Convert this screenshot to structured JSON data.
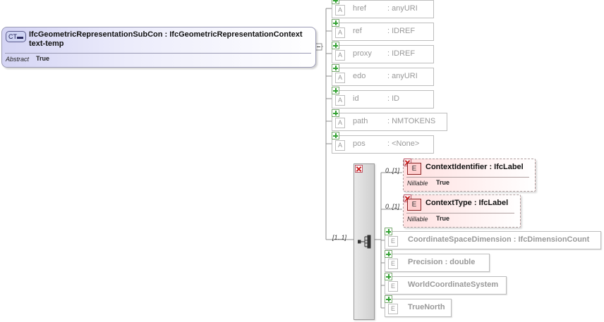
{
  "complex_type": {
    "icon_label": "CT",
    "title": "IfcGeometricRepresentationSubCon : IfcGeometricRepresentationContext text-temp",
    "properties": [
      {
        "name": "Abstract",
        "value": "True"
      }
    ]
  },
  "attributes": [
    {
      "badge": "A",
      "name": "href",
      "type": ": anyURI"
    },
    {
      "badge": "A",
      "name": "ref",
      "type": ": IDREF"
    },
    {
      "badge": "A",
      "name": "proxy",
      "type": ": IDREF"
    },
    {
      "badge": "A",
      "name": "edo",
      "type": ": anyURI"
    },
    {
      "badge": "A",
      "name": "id",
      "type": ": ID"
    },
    {
      "badge": "A",
      "name": "path",
      "type": ": NMTOKENS"
    },
    {
      "badge": "A",
      "name": "pos",
      "type": ": <None>"
    }
  ],
  "sequence": {
    "cardinality": "[1..1]"
  },
  "nillable_elements": [
    {
      "badge": "E",
      "name": "ContextIdentifier : IfcLabel",
      "cardinality": "0..[1]",
      "prop_label": "Nillable",
      "prop_value": "True"
    },
    {
      "badge": "E",
      "name": "ContextType : IfcLabel",
      "cardinality": "0..[1]",
      "prop_label": "Nillable",
      "prop_value": "True"
    }
  ],
  "elements": [
    {
      "badge": "E",
      "name": "CoordinateSpaceDimension : IfcDimensionCount"
    },
    {
      "badge": "E",
      "name": "Precision : double"
    },
    {
      "badge": "E",
      "name": "WorldCoordinateSystem"
    },
    {
      "badge": "E",
      "name": "TrueNorth"
    }
  ]
}
